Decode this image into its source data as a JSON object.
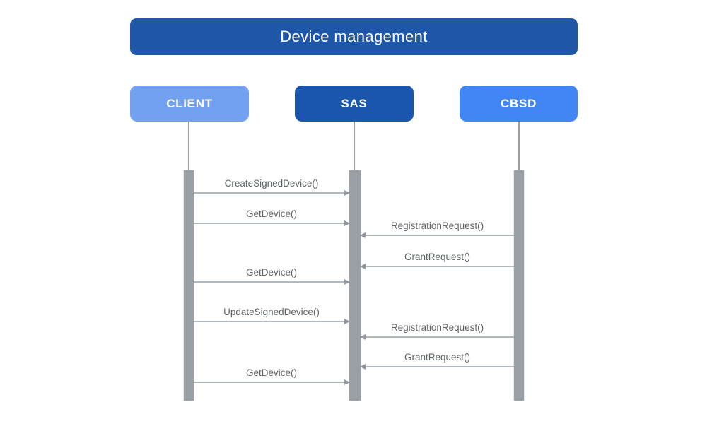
{
  "diagram": {
    "title": "Device management",
    "actors": [
      {
        "id": "client",
        "label": "CLIENT",
        "color": "#71A1F0"
      },
      {
        "id": "sas",
        "label": "SAS",
        "color": "#1A56AD"
      },
      {
        "id": "cbsd",
        "label": "CBSD",
        "color": "#4285F4"
      }
    ],
    "messages": [
      {
        "label": "CreateSignedDevice()",
        "from": "CLIENT",
        "to": "SAS",
        "direction": "right"
      },
      {
        "label": "GetDevice()",
        "from": "CLIENT",
        "to": "SAS",
        "direction": "right"
      },
      {
        "label": "RegistrationRequest()",
        "from": "CBSD",
        "to": "SAS",
        "direction": "left"
      },
      {
        "label": "GrantRequest()",
        "from": "CBSD",
        "to": "SAS",
        "direction": "left"
      },
      {
        "label": "GetDevice()",
        "from": "CLIENT",
        "to": "SAS",
        "direction": "right"
      },
      {
        "label": "UpdateSignedDevice()",
        "from": "CLIENT",
        "to": "SAS",
        "direction": "right"
      },
      {
        "label": "RegistrationRequest()",
        "from": "CBSD",
        "to": "SAS",
        "direction": "left"
      },
      {
        "label": "GrantRequest()",
        "from": "CBSD",
        "to": "SAS",
        "direction": "left"
      },
      {
        "label": "GetDevice()",
        "from": "CLIENT",
        "to": "SAS",
        "direction": "right"
      }
    ],
    "colors": {
      "background": "#FFFFFF",
      "title_bg": "#1E56A8",
      "client_bg": "#71A1F0",
      "sas_bg": "#1A56AD",
      "cbsd_bg": "#4285F4",
      "actor_text": "#FFFFFF",
      "lifeline": "#9AA0A6",
      "arrow_line": "#B3B8BD",
      "arrow_head": "#8F969D",
      "message_text": "#5F6368"
    }
  }
}
